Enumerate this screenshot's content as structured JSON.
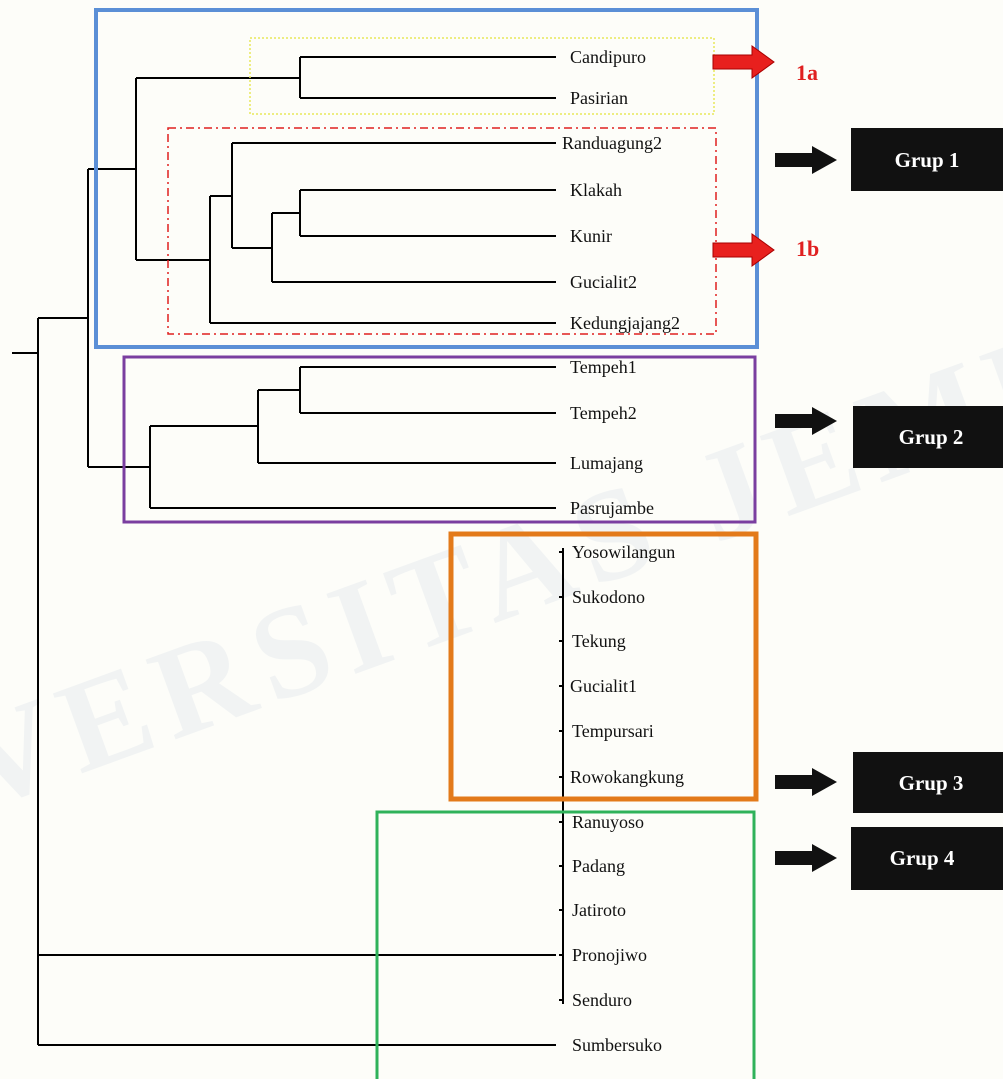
{
  "tree": {
    "leaves": [
      "Candipuro",
      "Pasirian",
      "Randuagung2",
      "Klakah",
      "Kunir",
      "Gucialit2",
      "Kedungjajang2",
      "Tempeh1",
      "Tempeh2",
      "Lumajang",
      "Pasrujambe",
      "Yosowilangun",
      "Sukodono",
      "Tekung",
      "Gucialit1",
      "Tempursari",
      "Rowokangkung",
      "Ranuyoso",
      "Padang",
      "Jatiroto",
      "Pronojiwo",
      "Senduro",
      "Sumbersuko"
    ]
  },
  "groups": [
    {
      "label": "Grup 1",
      "color": "#5b8fd6"
    },
    {
      "label": "Grup 2",
      "color": "#7a3ea0"
    },
    {
      "label": "Grup 3",
      "color": "#e37a1a"
    },
    {
      "label": "Grup 4",
      "color": "#2fb25a"
    }
  ],
  "subgroups": [
    {
      "label": "1a",
      "color": "#e8e85a"
    },
    {
      "label": "1b",
      "color": "#e02020"
    }
  ],
  "colors": {
    "arrow_black": "#111111",
    "arrow_red": "#e8201e",
    "label_box": "#111111",
    "line": "#000000"
  },
  "watermark": "UNIVERSITAS JEMBER"
}
